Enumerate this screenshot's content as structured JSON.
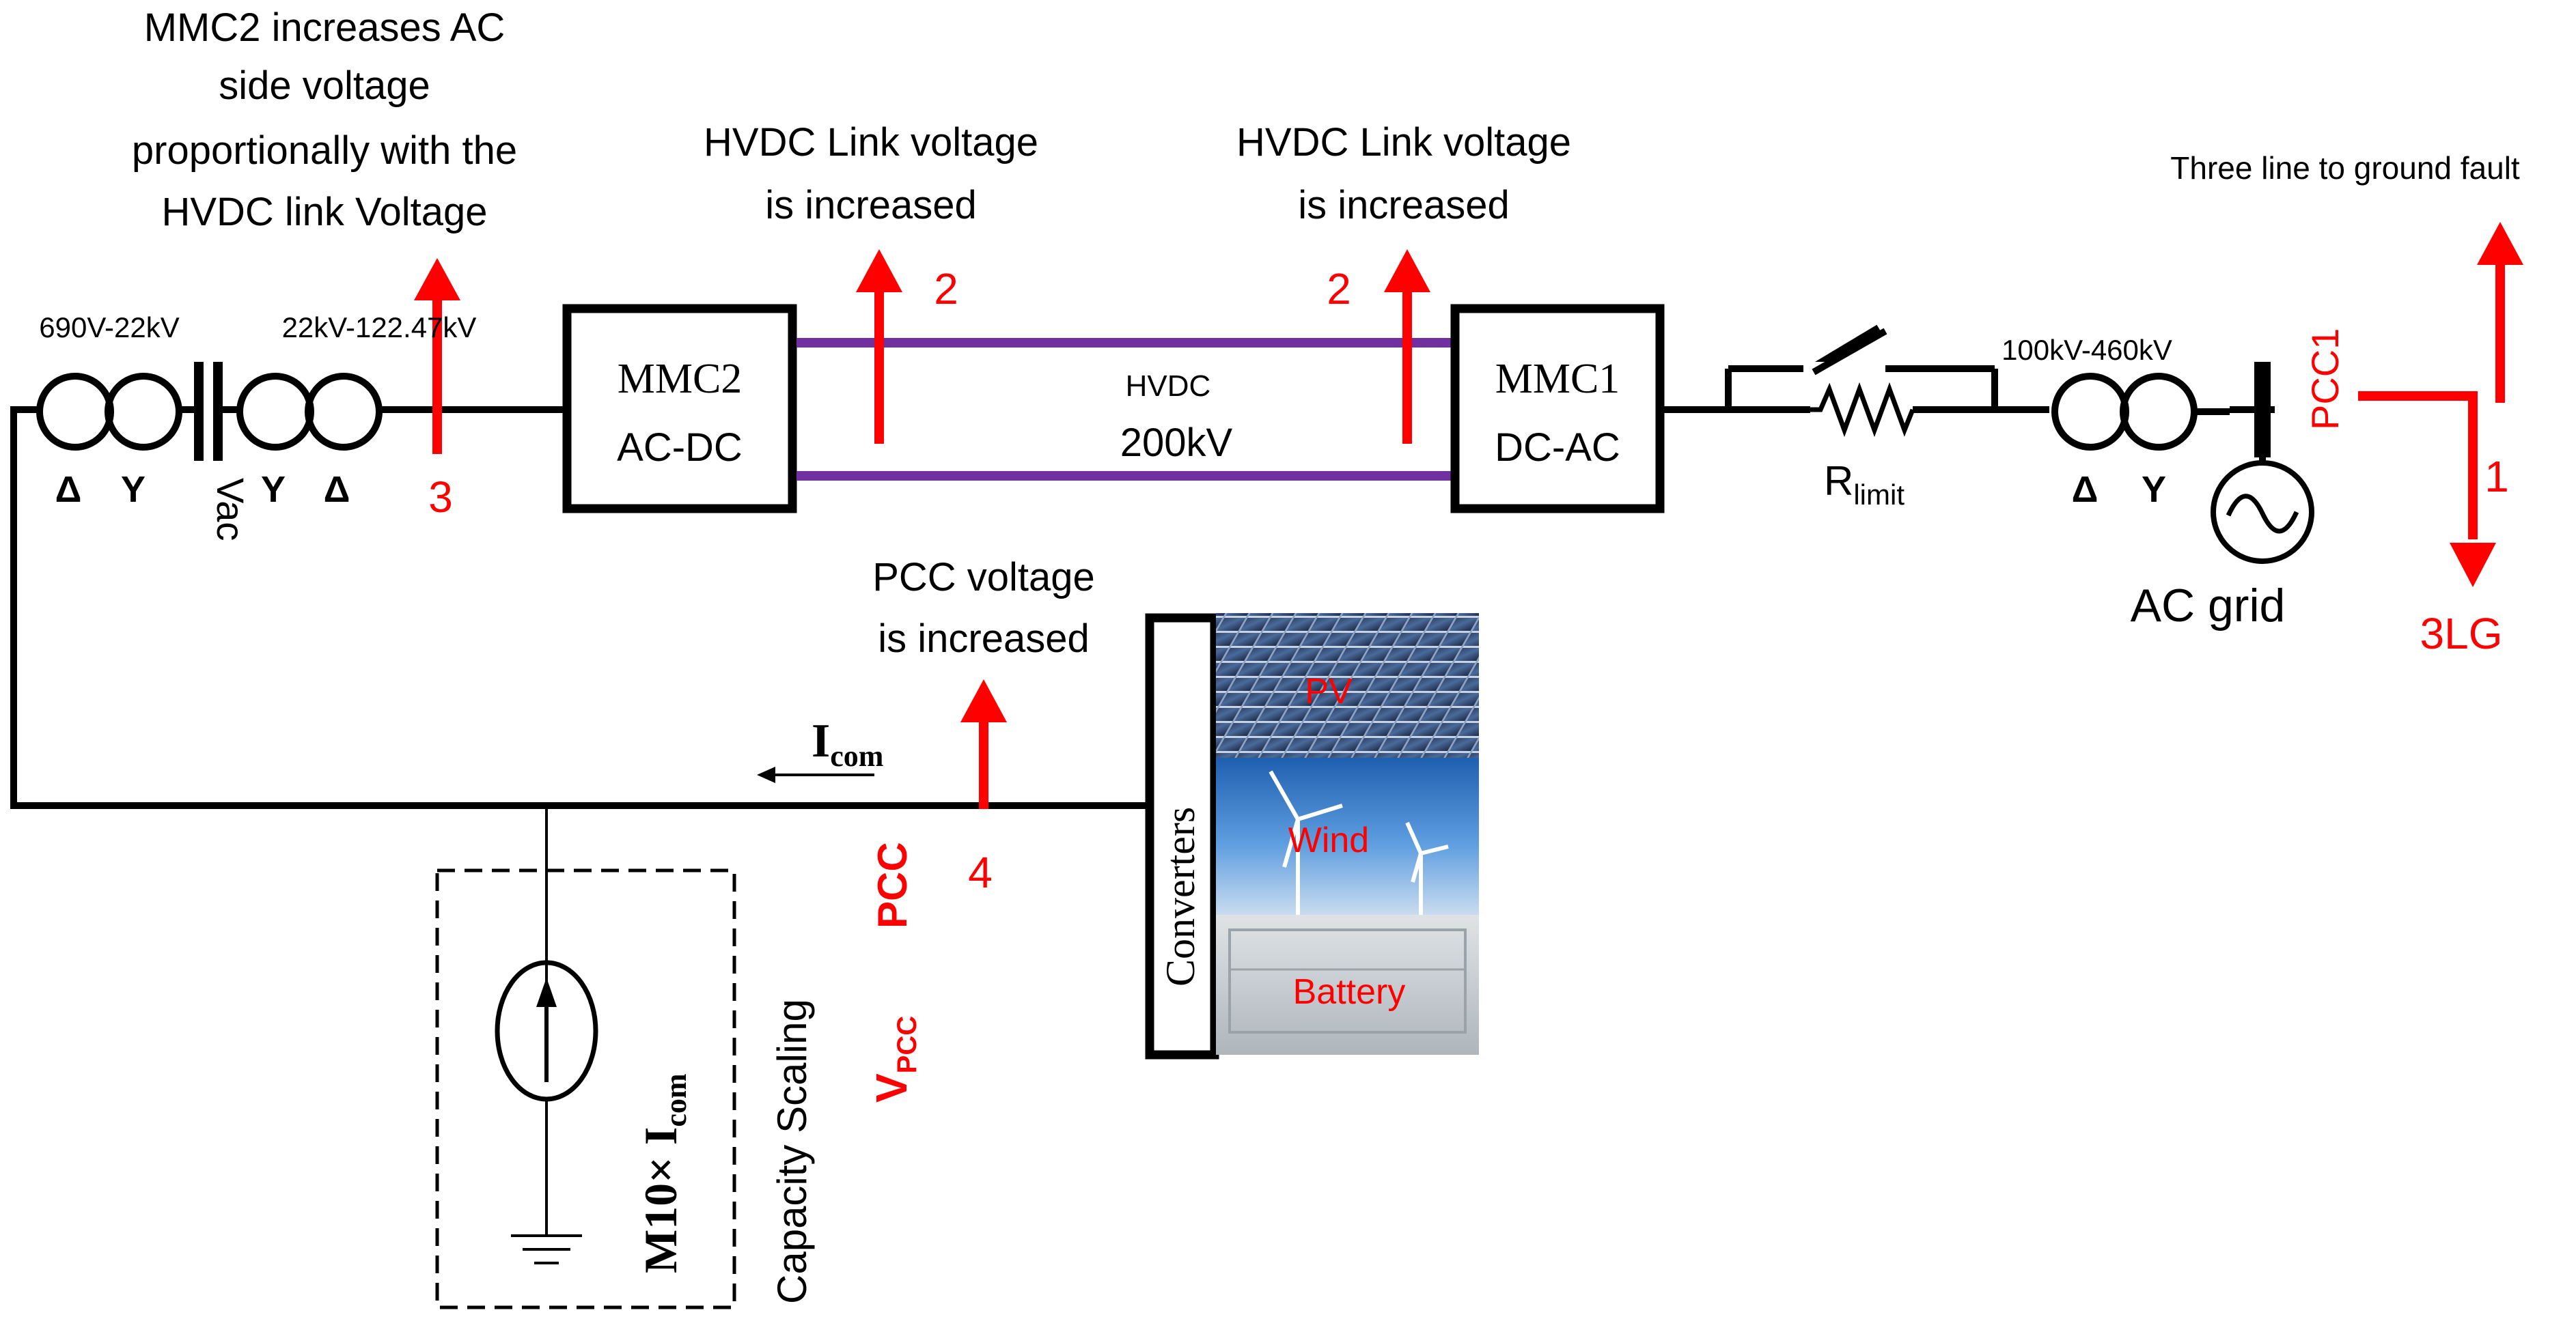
{
  "colors": {
    "wire": "#000000",
    "annotation": "#ff0000",
    "hvdc_line": "#7030a0",
    "source_label": "#ff0000"
  },
  "annotations": {
    "step3_lines": [
      "MMC2 increases AC",
      "side voltage",
      "proportionally with the",
      "HVDC link Voltage"
    ],
    "step2_left_lines": [
      "HVDC Link voltage",
      "is increased"
    ],
    "step2_right_lines": [
      "HVDC Link voltage",
      "is increased"
    ],
    "fault_title": "Three line to ground fault",
    "pcc_lines": [
      "PCC voltage",
      "is increased"
    ]
  },
  "markers": {
    "n1": "1",
    "n2_left": "2",
    "n2_right": "2",
    "n3": "3",
    "n4": "4"
  },
  "transformers": {
    "t1_rating": "690V-22kV",
    "t1_left_symbol": "Δ",
    "t1_right_symbol": "Y",
    "t2_rating": "22kV-122.47kV",
    "t2_left_symbol": "Y",
    "t2_right_symbol": "Δ",
    "t3_rating": "100kV-460kV",
    "t3_left_symbol": "Δ",
    "t3_right_symbol": "Y"
  },
  "vac_label": "Vac",
  "mmc2": {
    "line1": "MMC2",
    "line2": "AC-DC"
  },
  "mmc1": {
    "line1": "MMC1",
    "line2": "DC-AC"
  },
  "hvdc": {
    "label": "HVDC",
    "voltage": "200kV"
  },
  "rlimit": {
    "base": "R",
    "subscript": "limit"
  },
  "pcc1_label": "PCC1",
  "fault_label": "3LG",
  "ac_grid_label": "AC grid",
  "current": {
    "base": "I",
    "subscript": "com"
  },
  "pcc_label": "PCC",
  "vpcc": {
    "base": "V",
    "subscript": "PCC"
  },
  "source": {
    "prefix": "M10× I",
    "subscript": "com"
  },
  "capacity_label": "Capacity Scaling",
  "converters_label": "Converters",
  "renewables": [
    "PV",
    "Wind",
    "Battery"
  ]
}
